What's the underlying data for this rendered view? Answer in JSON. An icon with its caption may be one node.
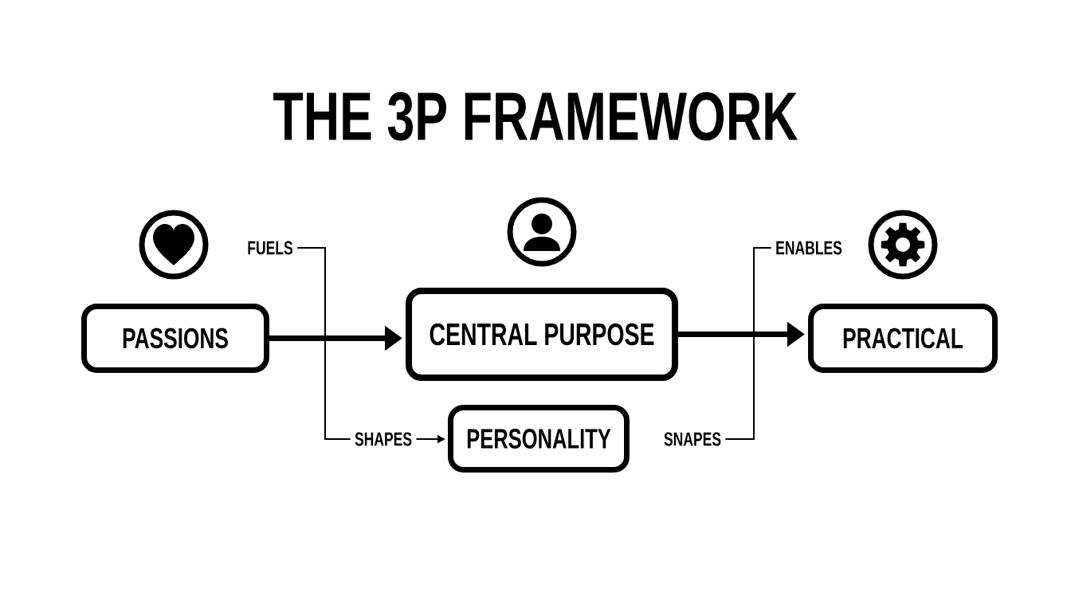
{
  "diagram": {
    "title": "THE 3P FRAMEWORK",
    "nodes": [
      {
        "text": [
          "FUELS"
        ]
      },
      {
        "text": [
          "ENABLES"
        ]
      },
      {
        "text": [
          "PASSIONS"
        ]
      },
      {
        "text": [
          "CENTRAL PURPOSE"
        ]
      },
      {
        "text": [
          "PRACTICAL"
        ]
      },
      {
        "text": [
          "SHAPES"
        ]
      },
      {
        "text": [
          "PERSONALITY"
        ]
      },
      {
        "text": [
          "SNAPES"
        ]
      }
    ],
    "edges": [
      {
        "from": 2,
        "to": 3,
        "arrow": "to",
        "style": "thick"
      },
      {
        "from": 3,
        "to": 4,
        "arrow": "to",
        "style": "thick"
      },
      {
        "from": 0,
        "to": 5,
        "arrow": "none"
      },
      {
        "from": 5,
        "to": 6,
        "arrow": "to"
      },
      {
        "from": 1,
        "to": 7,
        "arrow": "none"
      }
    ]
  }
}
